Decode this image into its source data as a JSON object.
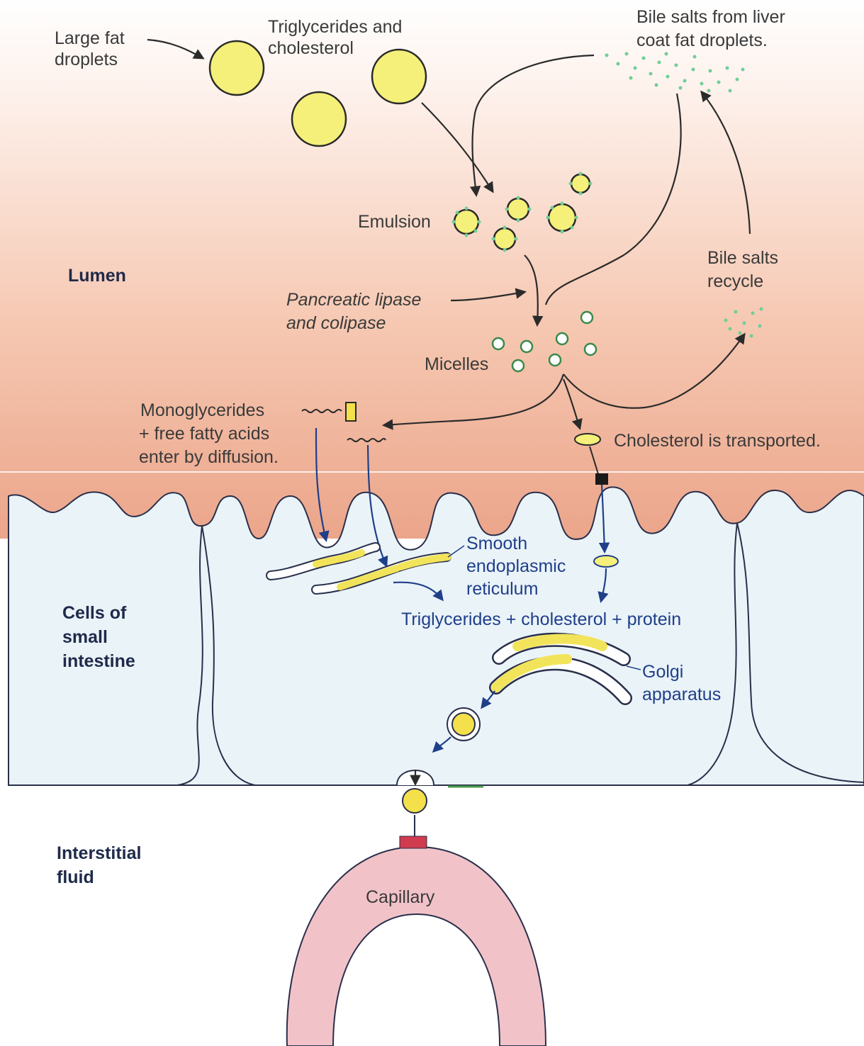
{
  "labels": {
    "large_fat": [
      "Large fat",
      "droplets"
    ],
    "trig_chol": [
      "Triglycerides and",
      "cholesterol"
    ],
    "bile_salts": [
      "Bile salts from liver",
      "coat fat droplets."
    ],
    "emulsion": "Emulsion",
    "lumen": "Lumen",
    "pancreatic": [
      "Pancreatic lipase",
      "and colipase"
    ],
    "bile_recycle": [
      "Bile salts",
      "recycle"
    ],
    "micelles": "Micelles",
    "monoglycerides": [
      "Monoglycerides",
      "+ free fatty acids",
      "enter by diffusion."
    ],
    "cholesterol_transport": "Cholesterol is transported.",
    "smooth_er": [
      "Smooth",
      "endoplasmic",
      "reticulum"
    ],
    "cells": [
      "Cells of",
      "small",
      "intestine"
    ],
    "trig_sum": "Triglycerides + cholesterol + protein",
    "golgi": [
      "Golgi",
      "apparatus"
    ],
    "interstitial": [
      "Interstitial",
      "fluid"
    ],
    "capillary": "Capillary"
  },
  "colors": {
    "fat_droplet": "#f4f07a",
    "bile_salt": "#6fcf97",
    "lumen_top": "#fdf3ee",
    "lumen_bottom": "#eba58a",
    "cell": "#eaf3f8",
    "capillary": "#f1c3c9",
    "lipid_yellow": "#f2e45a",
    "transporter": "#1a1a1a",
    "exocytosis_marker": "#d03b4e"
  }
}
